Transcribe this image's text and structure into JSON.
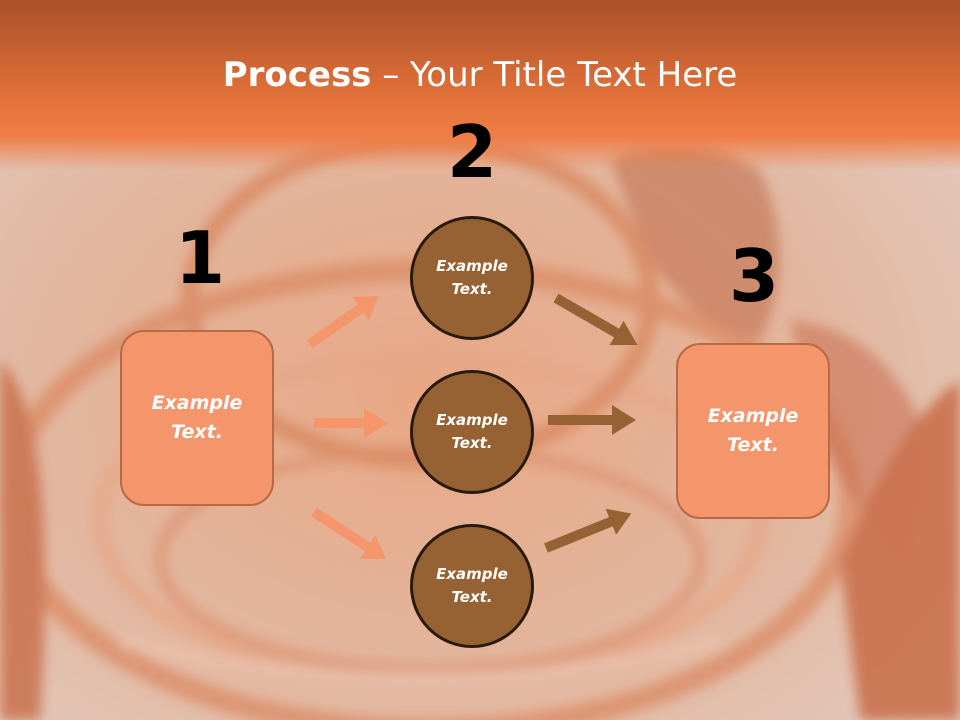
{
  "title": {
    "bold": "Process",
    "rest": " – Your Title Text Here"
  },
  "steps": [
    {
      "number": "1",
      "text": "Example Text."
    },
    {
      "number": "2"
    },
    {
      "number": "3",
      "text": "Example Text."
    }
  ],
  "circles": [
    {
      "text": "Example Text."
    },
    {
      "text": "Example Text."
    },
    {
      "text": "Example Text."
    }
  ],
  "colors": {
    "header_band": "#ee7a3f",
    "box_fill": "#f4956b",
    "circle_fill": "#976233",
    "arrow_light": "#f4956b",
    "arrow_dark": "#976233"
  }
}
